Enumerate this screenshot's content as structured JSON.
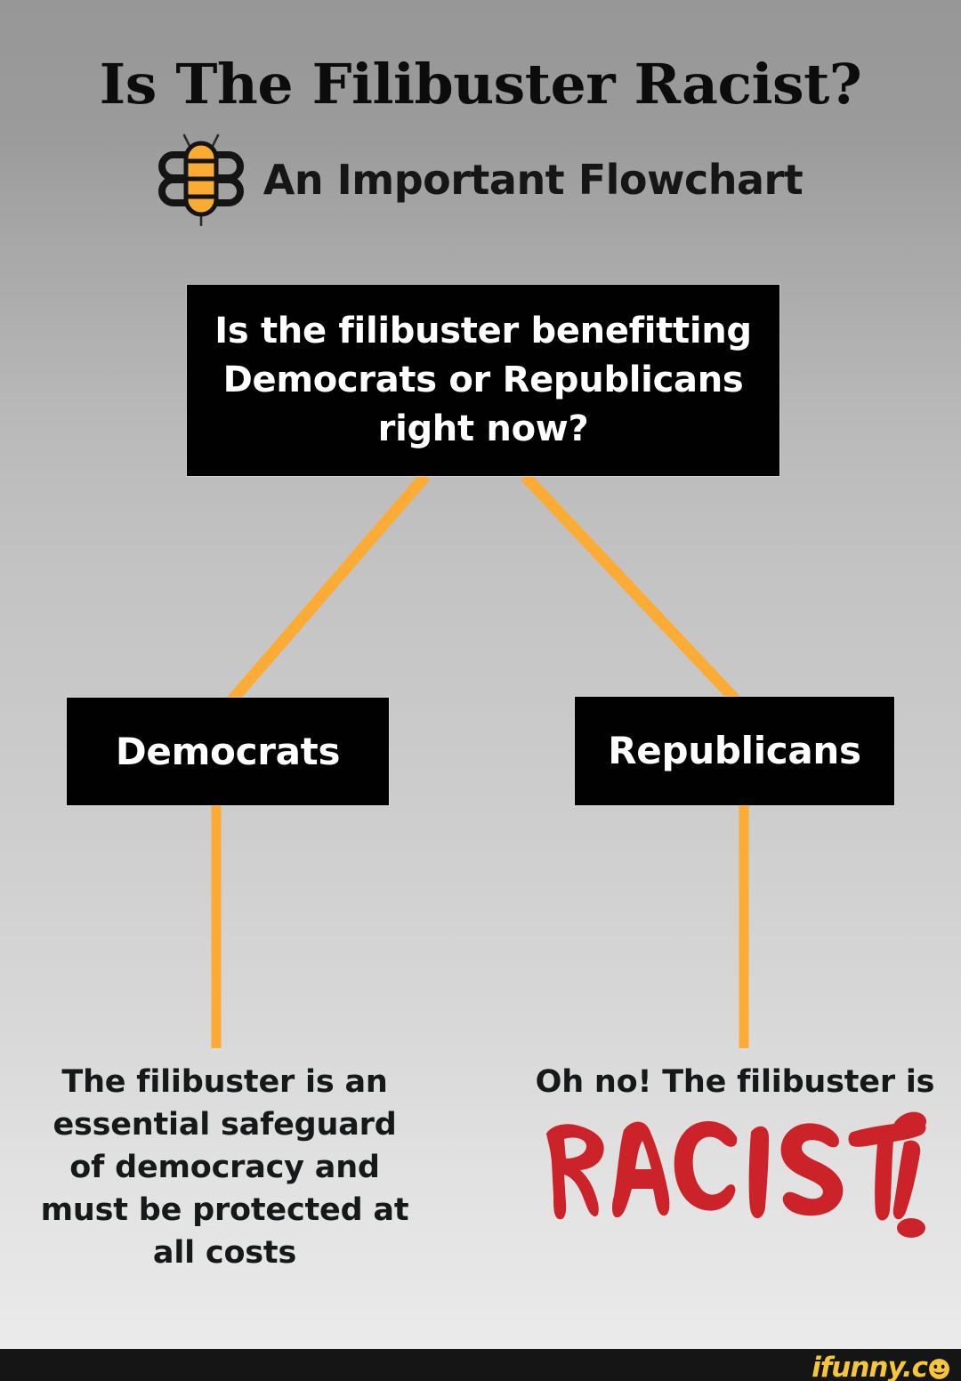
{
  "header": {
    "title": "Is The Filibuster Racist?",
    "subtitle": "An Important Flowchart",
    "logo_icon": "bee-icon"
  },
  "flowchart": {
    "question": "Is the filibuster benefitting Democrats or Republicans right now?",
    "branches": [
      {
        "id": "democrats",
        "label": "Democrats"
      },
      {
        "id": "republicans",
        "label": "Republicans"
      }
    ],
    "outcomes": [
      {
        "id": "democrats-outcome",
        "text": "The filibuster is an essential safeguard of democracy and must be protected at all costs"
      },
      {
        "id": "republicans-outcome",
        "lead": "Oh no! The filibuster is",
        "graffiti": "RACIST!"
      }
    ]
  },
  "footer": {
    "watermark_text": "ifunny.c",
    "watermark_icon": "smiley-face-icon"
  },
  "colors": {
    "node_fill": "#010101",
    "node_text": "#ffffff",
    "connector": "#fcab34",
    "graffiti_red": "#cc2229",
    "bee_body": "#f5a623",
    "watermark_yellow": "#f5c63c",
    "footer_bar": "#151515",
    "background_top": "#979797",
    "background_bottom": "#ebebeb"
  }
}
